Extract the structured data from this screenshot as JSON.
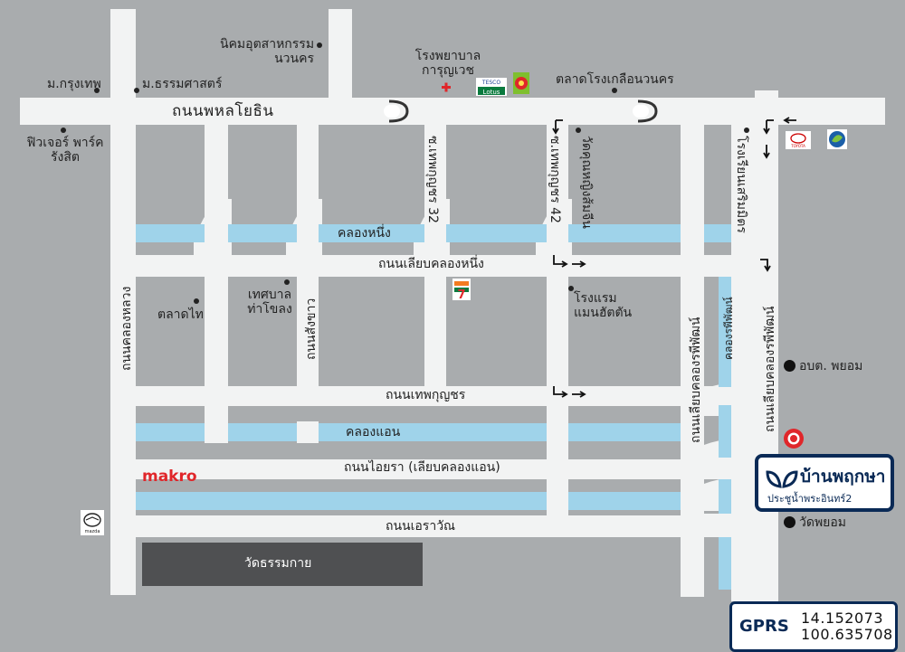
{
  "roads": {
    "phahonyothin": "ถนนพหลโยธิน",
    "khlong_luang": "ถนนคลองหลวง",
    "sangkhao": "ถนนสังขาว",
    "thep_soi32": "ซ.เทพกุญชร 32",
    "thep_soi42": "ซ.เทพกุญชร 42",
    "liab_khlong_nueng": "ถนนเลียบคลองหนึ่ง",
    "thep_kunchorn": "ถนนเทพกุญชร",
    "aiyara": "ถนนไอยรา (เลียบคลองแอน)",
    "erawan": "ถนนเอราวัณ",
    "liab_khlong_wong_1": "ถนนเลียบคลองรพีพัฒน์",
    "liab_khlong_wong_2": "ถนนเลียบคลองรพีพัฒน์"
  },
  "canals": {
    "khlong_nueng": "คลองหนึ่ง",
    "khlong_aen": "คลองแอน",
    "khlong_raphi": "คลองรพีพัฒน์"
  },
  "places": {
    "krungthep": "ม.กรุงเทพ",
    "thammasat": "ม.ธรรมศาสตร์",
    "future_park": "ฟิวเจอร์ พาร์ค\nรังสิต",
    "navanakorn_estate": "นิคมอุตสาหกรรม\nนวนคร",
    "karunvej": "โรงพยาบาล\nการุญเวช",
    "salt_market": "ตลาดโรงเกลือนวนคร",
    "wat_klang": "วัดคุณหญิงส้มจีน",
    "school": "โรงเรียนเสริมมิตร",
    "talad_thai": "ตลาดไท",
    "municipality": "เทศบาล\nท่าโขลง",
    "hotel": "โรงแรม\nแมนฮัตตัน",
    "obt": "อบต. พยอม",
    "wat_phayom": "วัดพยอม",
    "dhammakaya": "วัดธรรมกาย",
    "makro": "makro"
  },
  "brand": {
    "name": "บ้านพฤกษา",
    "sub": "ประชูน้ำพระอินทร์2",
    "color": "#0a2a56"
  },
  "gps": {
    "tag": "GPRS",
    "lat": "14.152073",
    "lon": "100.635708"
  },
  "colors": {
    "background": "#a9acae",
    "road": "#f2f3f3",
    "canal": "#9fd3ea",
    "block": "#4f5052",
    "pin": "#e0262a"
  },
  "icons": [
    "hospital-cross-icon",
    "tesco-lotus-logo",
    "big-c-logo",
    "toyota-logo",
    "bangchak-logo",
    "seven-eleven-logo",
    "mazda-logo",
    "location-pin-icon",
    "leaf-logo-icon",
    "turn-arrow-icon"
  ]
}
